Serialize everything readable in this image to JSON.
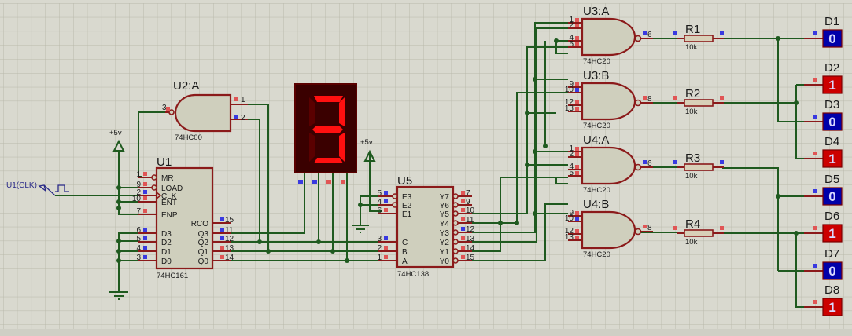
{
  "app": {
    "type": "schematic-editor"
  },
  "colors": {
    "wire": "#1f5a1f",
    "component_outline": "#8b1a1a",
    "component_fill": "#cfcfbd",
    "logic_high": "#e05555",
    "logic_low": "#3a3ae0",
    "probe_high_bg": "#cc0000",
    "probe_low_bg": "#0000aa",
    "seg_on": "#ff1010",
    "seg_off": "#5a0000",
    "display_bg": "#3a0000",
    "grid_bg": "#d9d9cf"
  },
  "generator": {
    "label": "U1(CLK)"
  },
  "power": [
    {
      "label": "+5v"
    },
    {
      "label": "+5v"
    }
  ],
  "u1": {
    "ref": "U1",
    "part": "74HC161",
    "left_pins": [
      {
        "num": "1",
        "name": "MR",
        "state": "high"
      },
      {
        "num": "9",
        "name": "LOAD",
        "state": "high"
      },
      {
        "num": "2",
        "name": "CLK",
        "state": "low"
      },
      {
        "num": "10",
        "name": "ENT",
        "state": "high"
      },
      {
        "num": "7",
        "name": "ENP",
        "state": "high"
      },
      {
        "num": "6",
        "name": "D3",
        "state": "low"
      },
      {
        "num": "5",
        "name": "D2",
        "state": "low"
      },
      {
        "num": "4",
        "name": "D1",
        "state": "low"
      },
      {
        "num": "3",
        "name": "D0",
        "state": "low"
      }
    ],
    "right_pins": [
      {
        "num": "15",
        "name": "RCO",
        "state": "low"
      },
      {
        "num": "11",
        "name": "Q3",
        "state": "low"
      },
      {
        "num": "12",
        "name": "Q2",
        "state": "low"
      },
      {
        "num": "13",
        "name": "Q1",
        "state": "high"
      },
      {
        "num": "14",
        "name": "Q0",
        "state": "high"
      }
    ]
  },
  "u2a": {
    "ref": "U2:A",
    "part": "74HC00",
    "inputs": [
      {
        "num": "1",
        "state": "high"
      },
      {
        "num": "2",
        "state": "low"
      }
    ],
    "output": {
      "num": "3",
      "state": "high"
    }
  },
  "display": {
    "digit": "3",
    "segments": {
      "a": true,
      "b": true,
      "c": true,
      "d": true,
      "e": false,
      "f": false,
      "g": true
    },
    "pin_states": [
      "low",
      "low",
      "high",
      "high"
    ]
  },
  "u5": {
    "ref": "U5",
    "part": "74HC138",
    "left_pins": [
      {
        "num": "5",
        "name": "E3",
        "state": "low"
      },
      {
        "num": "4",
        "name": "E2",
        "state": "low"
      },
      {
        "num": "6",
        "name": "E1",
        "state": "high"
      },
      {
        "num": "3",
        "name": "C",
        "state": "low"
      },
      {
        "num": "2",
        "name": "B",
        "state": "high"
      },
      {
        "num": "1",
        "name": "A",
        "state": "high"
      }
    ],
    "right_pins": [
      {
        "num": "7",
        "name": "Y7",
        "state": "high"
      },
      {
        "num": "9",
        "name": "Y6",
        "state": "high"
      },
      {
        "num": "10",
        "name": "Y5",
        "state": "high"
      },
      {
        "num": "11",
        "name": "Y4",
        "state": "high"
      },
      {
        "num": "12",
        "name": "Y3",
        "state": "low"
      },
      {
        "num": "13",
        "name": "Y2",
        "state": "high"
      },
      {
        "num": "14",
        "name": "Y1",
        "state": "high"
      },
      {
        "num": "15",
        "name": "Y0",
        "state": "high"
      }
    ]
  },
  "gates": [
    {
      "ref": "U3:A",
      "part": "74HC20",
      "inputs": [
        {
          "num": "1",
          "state": "high"
        },
        {
          "num": "2",
          "state": "high"
        },
        {
          "num": "4",
          "state": "high"
        },
        {
          "num": "5",
          "state": "high"
        }
      ],
      "output": {
        "num": "6",
        "state": "low"
      }
    },
    {
      "ref": "U3:B",
      "part": "74HC20",
      "inputs": [
        {
          "num": "9",
          "state": "high"
        },
        {
          "num": "10",
          "state": "low"
        },
        {
          "num": "12",
          "state": "high"
        },
        {
          "num": "13",
          "state": "high"
        }
      ],
      "output": {
        "num": "8",
        "state": "high"
      }
    },
    {
      "ref": "U4:A",
      "part": "74HC20",
      "inputs": [
        {
          "num": "1",
          "state": "high"
        },
        {
          "num": "2",
          "state": "high"
        },
        {
          "num": "4",
          "state": "high"
        },
        {
          "num": "5",
          "state": "high"
        }
      ],
      "output": {
        "num": "6",
        "state": "low"
      }
    },
    {
      "ref": "U4:B",
      "part": "74HC20",
      "inputs": [
        {
          "num": "9",
          "state": "high"
        },
        {
          "num": "10",
          "state": "low"
        },
        {
          "num": "12",
          "state": "high"
        },
        {
          "num": "13",
          "state": "high"
        }
      ],
      "output": {
        "num": "8",
        "state": "high"
      }
    }
  ],
  "resistors": [
    {
      "ref": "R1",
      "value": "10k",
      "state": "low"
    },
    {
      "ref": "R2",
      "value": "10k",
      "state": "high"
    },
    {
      "ref": "R3",
      "value": "10k",
      "state": "low"
    },
    {
      "ref": "R4",
      "value": "10k",
      "state": "high"
    }
  ],
  "probes": [
    {
      "ref": "D1",
      "value": "0"
    },
    {
      "ref": "D2",
      "value": "1"
    },
    {
      "ref": "D3",
      "value": "0"
    },
    {
      "ref": "D4",
      "value": "1"
    },
    {
      "ref": "D5",
      "value": "0"
    },
    {
      "ref": "D6",
      "value": "1"
    },
    {
      "ref": "D7",
      "value": "0"
    },
    {
      "ref": "D8",
      "value": "1"
    }
  ]
}
